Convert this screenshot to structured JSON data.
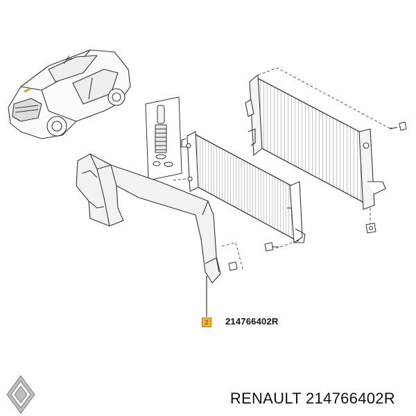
{
  "diagram": {
    "part_number_label": "214766402R",
    "callout_number": "2",
    "components": [
      "vehicle-thumbnail",
      "air-deflector",
      "spring-clip-kit",
      "ac-condenser",
      "radiator",
      "bolts"
    ]
  },
  "footer": {
    "caption": "RENAULT 214766402R",
    "brand_logo": "renault-diamond-logo"
  },
  "colors": {
    "highlight_part": "#f2b233",
    "line_art": "#333333",
    "background": "#ffffff"
  }
}
